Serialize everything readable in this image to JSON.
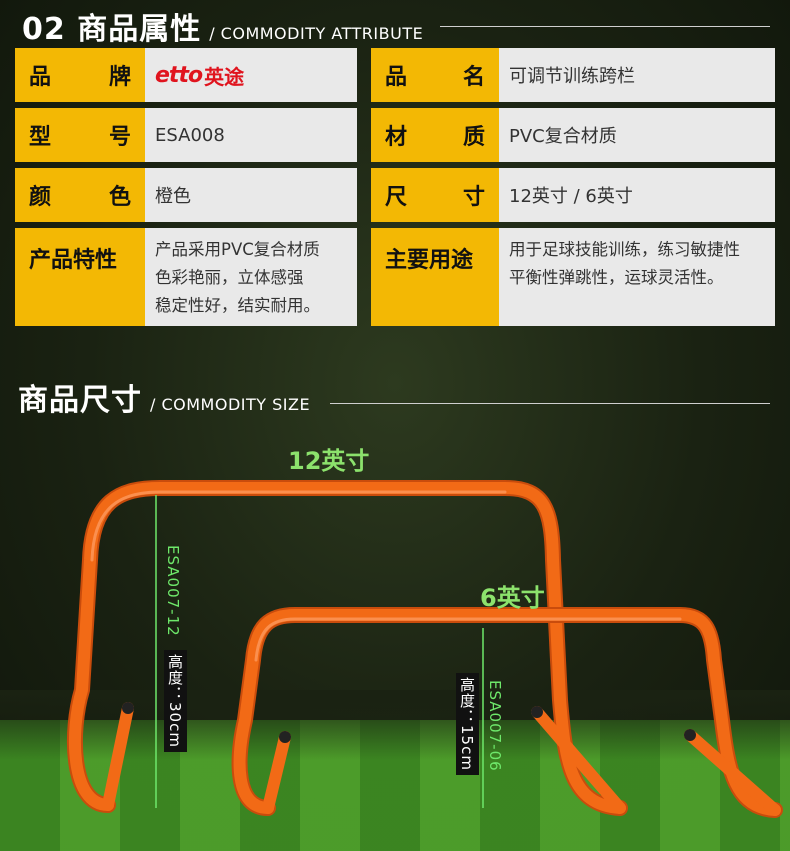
{
  "attr_section": {
    "number_title": "02 商品属性",
    "subtitle": "/ COMMODITY ATTRIBUTE"
  },
  "rows": [
    {
      "l1": [
        "品",
        "牌"
      ],
      "logo_text": "etto",
      "logo_cn": "英途",
      "l2": [
        "品",
        "名"
      ],
      "v2": "可调节训练跨栏"
    },
    {
      "l1": [
        "型",
        "号"
      ],
      "v1": "ESA008",
      "l2": [
        "材",
        "质"
      ],
      "v2": "PVC复合材质"
    },
    {
      "l1": [
        "颜",
        "色"
      ],
      "v1": "橙色",
      "l2": [
        "尺",
        "寸"
      ],
      "v2": "12英寸 / 6英寸"
    },
    {
      "l1": "产品特性",
      "v1": [
        "产品采用PVC复合材质",
        "色彩艳丽，立体感强",
        "稳定性好，结实耐用。"
      ],
      "l2": "主要用途",
      "v2": [
        "用于足球技能训练，练习敏捷性",
        "平衡性弹跳性，运球灵活性。"
      ]
    }
  ],
  "size_section": {
    "title": "商品尺寸",
    "subtitle": "/ COMMODITY SIZE"
  },
  "product": {
    "large_label": "12英寸",
    "small_label": "6英寸",
    "large_model": "ESA007-12",
    "large_height": "高度：30cm",
    "small_model": "ESA007-06",
    "small_height": "高度：15cm",
    "hurdle_color": "#f26a16",
    "measure_color": "#6ee86a"
  }
}
